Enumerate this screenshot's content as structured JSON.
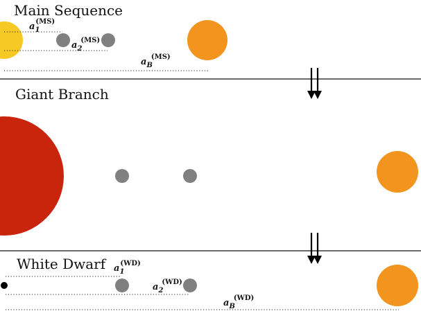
{
  "panels": {
    "main_sequence": {
      "title": "Main Sequence",
      "labels": {
        "a1": {
          "base": "a",
          "sub": "1",
          "sup": "(MS)"
        },
        "a2": {
          "base": "a",
          "sub": "2",
          "sup": "(MS)"
        },
        "aB": {
          "base": "a",
          "sub": "B",
          "sup": "(MS)"
        }
      }
    },
    "giant_branch": {
      "title": "Giant Branch"
    },
    "white_dwarf": {
      "title": "White Dwarf",
      "labels": {
        "a1": {
          "base": "a",
          "sub": "1",
          "sup": "(WD)"
        },
        "a2": {
          "base": "a",
          "sub": "2",
          "sup": "(WD)"
        },
        "aB": {
          "base": "a",
          "sub": "B",
          "sup": "(WD)"
        }
      }
    }
  },
  "colors": {
    "main_sequence_star": "#F6C925",
    "giant_star": "#C8250C",
    "white_dwarf_star": "#000000",
    "planet": "#808080",
    "companion_star": "#F2941E",
    "divider": "#111111",
    "arrow": "#000000"
  },
  "icons": {
    "transition_arrow": "double-down-arrow-icon"
  }
}
